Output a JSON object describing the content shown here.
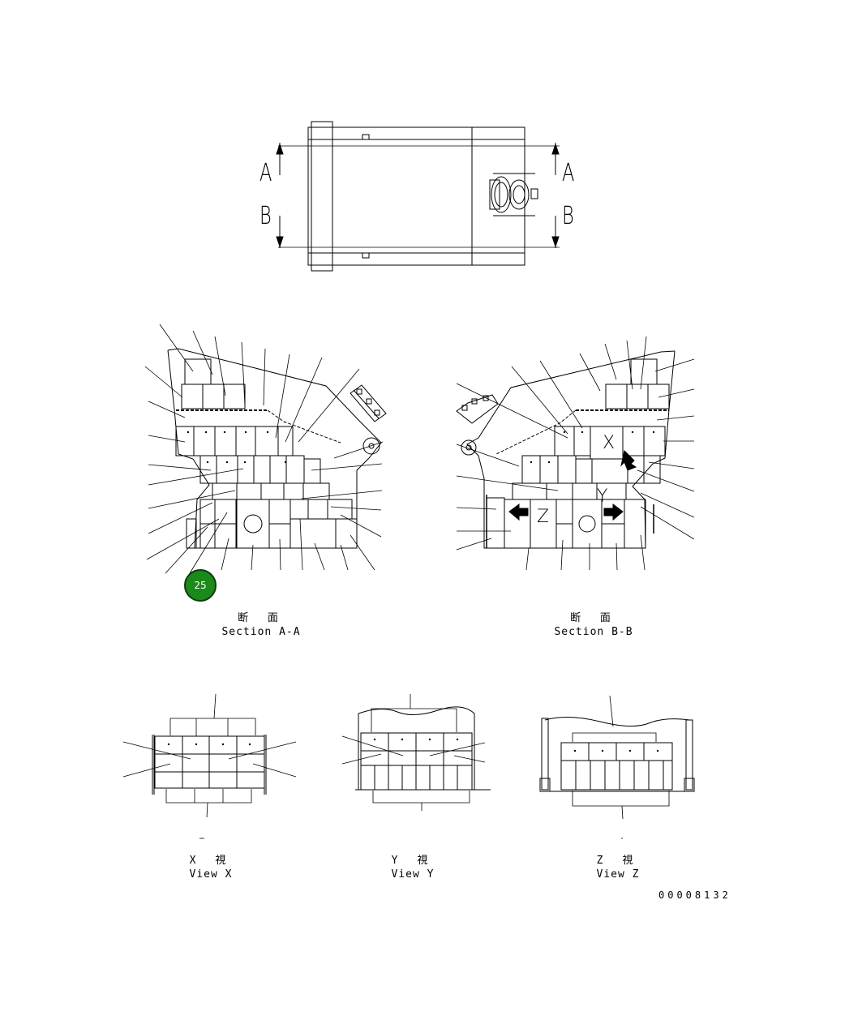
{
  "top_view": {
    "label_a_left": "A",
    "label_b_left": "B",
    "label_a_right": "A",
    "label_b_right": "B"
  },
  "section_aa": {
    "title_jp": "断 面",
    "title_en": "Section A-A",
    "callout_number": "25",
    "callout_color": "#1a8a1a"
  },
  "section_bb": {
    "title_jp": "断 面",
    "title_en": "Section B-B",
    "marker_x": "X",
    "marker_y": "Y",
    "marker_z": "Z"
  },
  "view_x": {
    "title_jp": "X 視",
    "title_en": "View X"
  },
  "view_y": {
    "title_jp": "Y 視",
    "title_en": "View Y"
  },
  "view_z": {
    "title_jp": "Z 視",
    "title_en": "View Z"
  },
  "drawing_number": "00008132"
}
